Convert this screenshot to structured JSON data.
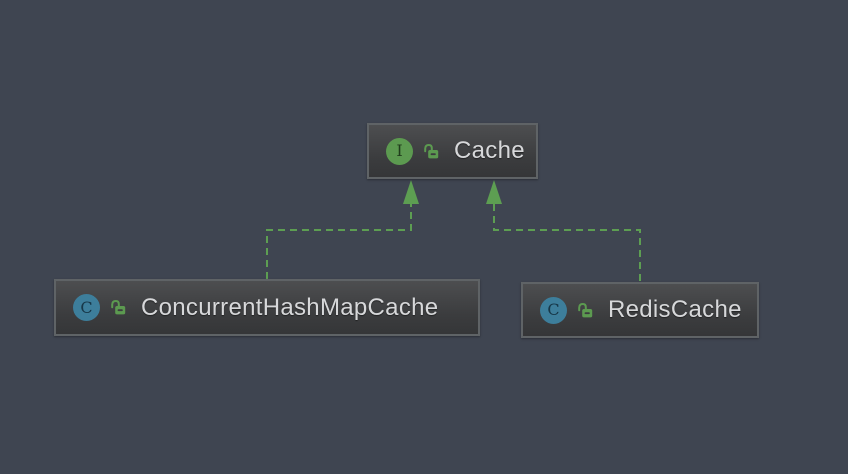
{
  "diagram": {
    "kind": "uml-class-diagram",
    "nodes": [
      {
        "id": "cache",
        "label": "Cache",
        "stereotype": "interface",
        "icon_letter": "I",
        "visibility": "public"
      },
      {
        "id": "concurrent-hash-map-cache",
        "label": "ConcurrentHashMapCache",
        "stereotype": "class",
        "icon_letter": "C",
        "visibility": "public"
      },
      {
        "id": "redis-cache",
        "label": "RedisCache",
        "stereotype": "class",
        "icon_letter": "C",
        "visibility": "public"
      }
    ],
    "edges": [
      {
        "from": "ConcurrentHashMapCache",
        "to": "Cache",
        "type": "implements",
        "style": "dashed",
        "arrow": "solid-triangle"
      },
      {
        "from": "RedisCache",
        "to": "Cache",
        "type": "implements",
        "style": "dashed",
        "arrow": "solid-triangle"
      }
    ],
    "colors": {
      "canvas_background": "#3f4551",
      "node_border": "#5f6366",
      "node_fill_top": "#4d4e50",
      "node_fill_bottom": "#353638",
      "node_text": "#d7d8da",
      "edge_green": "#5d9e52",
      "interface_icon": "#5c9a50",
      "class_icon": "#3d7e9b"
    }
  }
}
